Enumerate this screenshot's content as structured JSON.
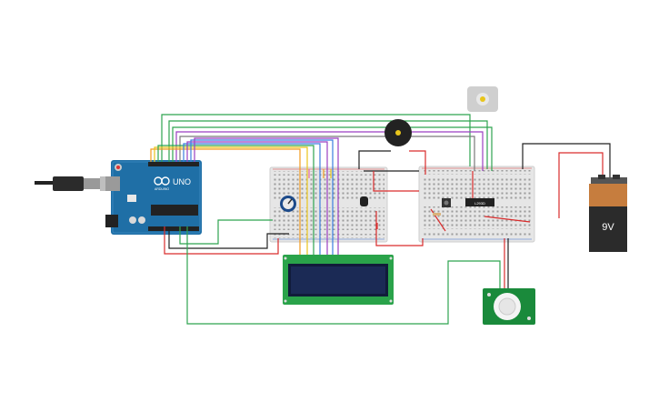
{
  "arduino": {
    "brand_text": "UNO",
    "maker_text": "ARDUINO"
  },
  "lcd": {
    "line1": "",
    "line2": ""
  },
  "driver_chip": {
    "label": "L293D"
  },
  "battery": {
    "label": "9V"
  },
  "colors": {
    "board_blue": "#1f6fa6",
    "breadboard": "#e6e6e6",
    "wire_green": "#2ea44f",
    "wire_red": "#d92c2c",
    "wire_black": "#222222",
    "wire_purple": "#9b3fc2",
    "wire_orange": "#f29b1f",
    "wire_yellow": "#e8c51b",
    "wire_blue": "#3b7de0",
    "lcd_screen": "#1b2a55",
    "pir_board": "#1a8a3b"
  }
}
